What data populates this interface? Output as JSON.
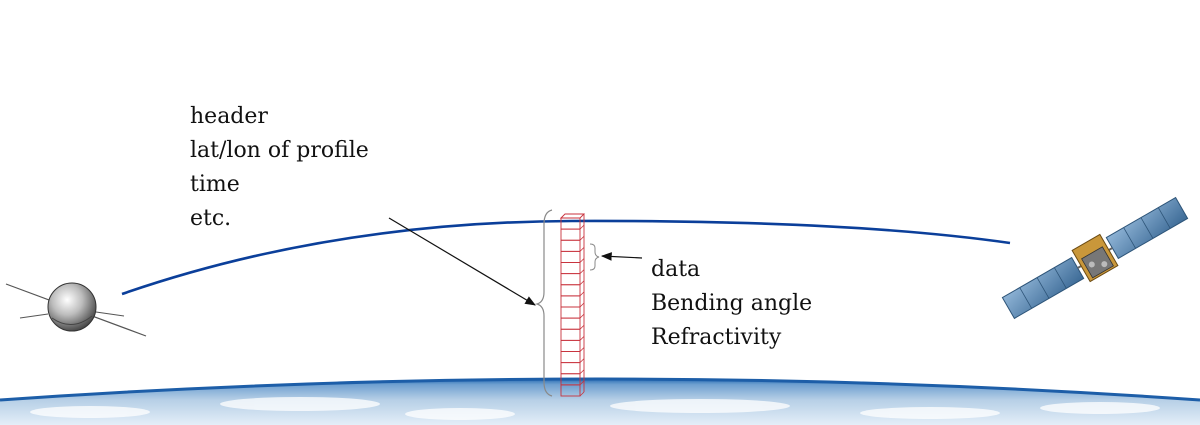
{
  "metadata_labels": [
    "header",
    "lat/lon of profile",
    "time",
    "etc."
  ],
  "data_labels": [
    "data",
    "Bending angle",
    "Refractivity"
  ],
  "colors": {
    "ray_path": "#0b3f9a",
    "profile_column": "#c8323c",
    "brace": "#8a8a8a",
    "arrow": "#111111",
    "earth_light": "#c9dcef",
    "earth_dark": "#1d5ea8"
  },
  "icons": {
    "leo_satellite": "leo-satellite-icon",
    "gnss_satellite": "gps-satellite-icon"
  },
  "profile_levels": 16
}
